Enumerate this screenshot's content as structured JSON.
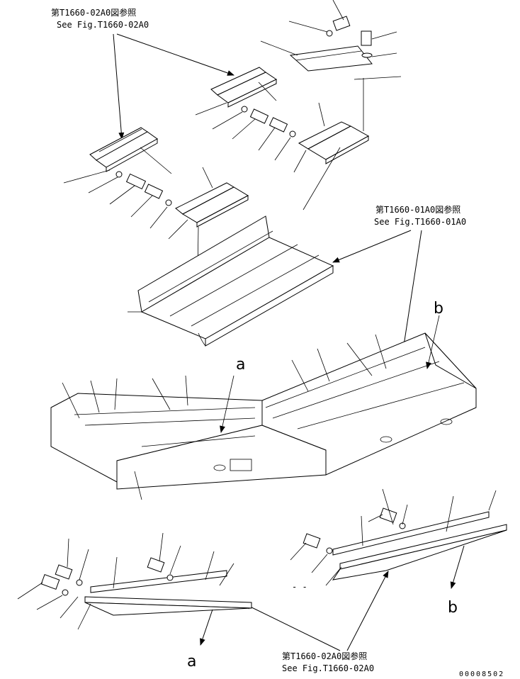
{
  "refs": {
    "top_left": {
      "jp": "第T1660-02A0図参照",
      "en": "See Fig.T1660-02A0"
    },
    "middle_right": {
      "jp": "第T1660-01A0図参照",
      "en": "See Fig.T1660-01A0"
    },
    "bottom": {
      "jp": "第T1660-02A0図参照",
      "en": "See Fig.T1660-02A0"
    }
  },
  "markers": {
    "a": "a",
    "b": "b"
  },
  "small_mark": "- -",
  "drawing_number": "00008502"
}
